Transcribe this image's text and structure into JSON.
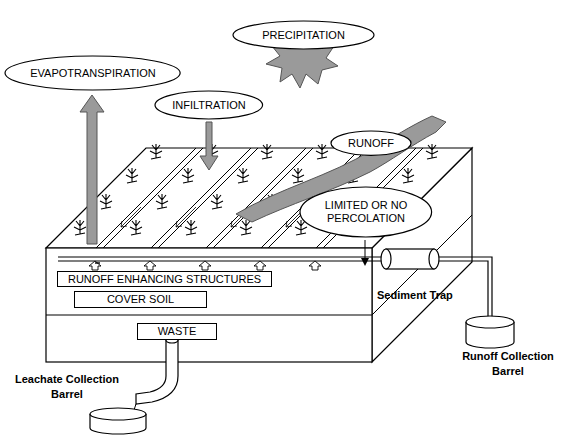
{
  "diagram": {
    "nodes": [
      {
        "text": [
          "EVAPOTRANSPIRATION"
        ]
      },
      {
        "text": [
          "PRECIPITATION"
        ]
      },
      {
        "text": [
          "INFILTRATION"
        ]
      },
      {
        "text": [
          "RUNOFF"
        ]
      },
      {
        "text": [
          "LIMITED OR NO PERCOLATION"
        ]
      },
      {
        "text": [
          "RUNOFF ENHANCING STRUCTURES"
        ]
      },
      {
        "text": [
          "COVER SOIL"
        ]
      },
      {
        "text": [
          "WASTE"
        ]
      }
    ],
    "labels": [
      "Sediment Trap",
      "Runoff Collection Barrel",
      "Leachate Collection Barrel"
    ]
  }
}
